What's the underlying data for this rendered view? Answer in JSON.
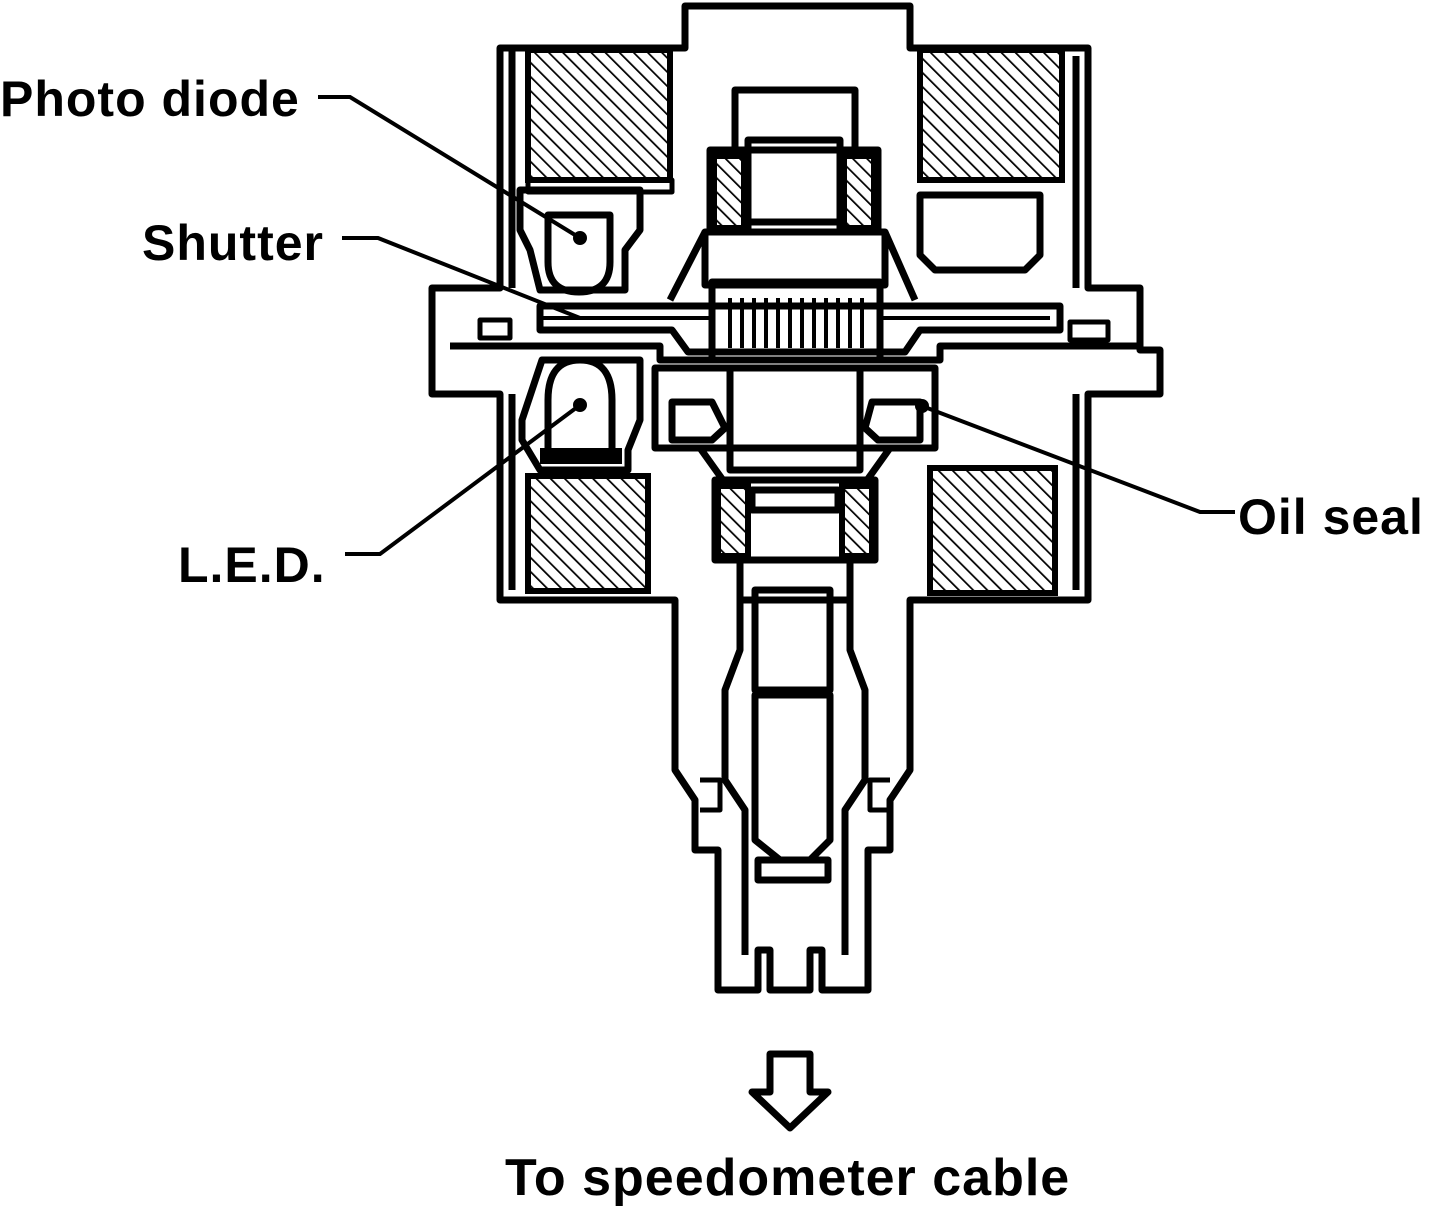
{
  "diagram": {
    "labels": {
      "photo_diode": "Photo diode",
      "shutter": "Shutter",
      "led": "L.E.D.",
      "oil_seal": "Oil seal",
      "output": "To speedometer cable"
    },
    "colors": {
      "ink": "#000000",
      "paper": "#ffffff"
    },
    "icons": [
      "down-arrow-icon"
    ]
  }
}
